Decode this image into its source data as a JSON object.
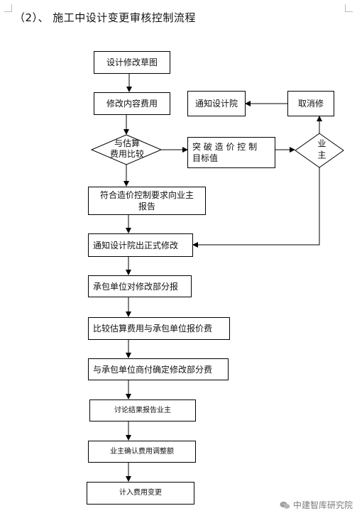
{
  "title": "（2）、 施工中设计变更审核控制流程",
  "nodes": {
    "draft": "设计修改草图",
    "content_cost": "修改内容费用",
    "compare_estimate": "与估算费用比较",
    "compare_estimate_l1": "与估算",
    "compare_estimate_l2": "费用比较",
    "notify_institute": "通知设计院",
    "cancel_change": "取消修",
    "exceed_target": "突 破 造 价 控 制 目标值",
    "exceed_target_l1": "突 破 造 价 控 制",
    "exceed_target_l2": "目标值",
    "owner": "业主",
    "meets_report": "符合造价控制要求向业主报告",
    "meets_report_l1": "符合造价控制要求向业主",
    "meets_report_l2": "报告",
    "formal_change": "通知设计院出正式修改",
    "contractor_report": "承包单位对修改部分报",
    "compare_quote": "比较估算费用与承包单位报价费",
    "negotiate": "与承包单位商付确定修改部分费",
    "discuss_report": "讨论结果报告业主",
    "owner_confirm": "业主确认费用调整额",
    "record_change": "计入费用变更"
  },
  "watermark": {
    "text": "中建智库研究院",
    "icon": "wechat-icon"
  },
  "colors": {
    "line": "#000000",
    "watermark": "#7a7a7a"
  }
}
